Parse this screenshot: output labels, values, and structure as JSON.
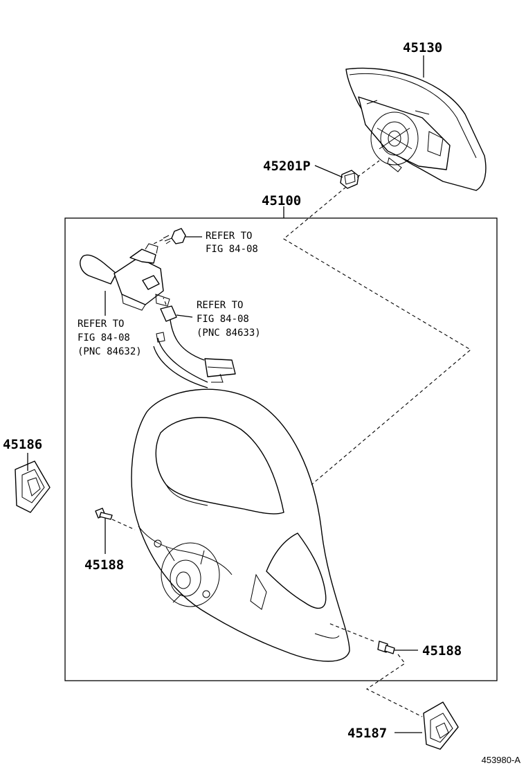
{
  "diagram": {
    "part_numbers": {
      "p45130": "45130",
      "p45201p": "45201P",
      "p45100": "45100",
      "p45186": "45186",
      "p45188_left": "45188",
      "p45188_right": "45188",
      "p45187": "45187"
    },
    "notes": {
      "refer_bolt": [
        "REFER TO",
        "FIG 84-08"
      ],
      "refer_switch": [
        "REFER TO",
        "FIG 84-08",
        "(PNC 84632)"
      ],
      "refer_cable": [
        "REFER TO",
        "FIG 84-08",
        "(PNC 84633)"
      ]
    },
    "reference_code": "453980-A"
  }
}
